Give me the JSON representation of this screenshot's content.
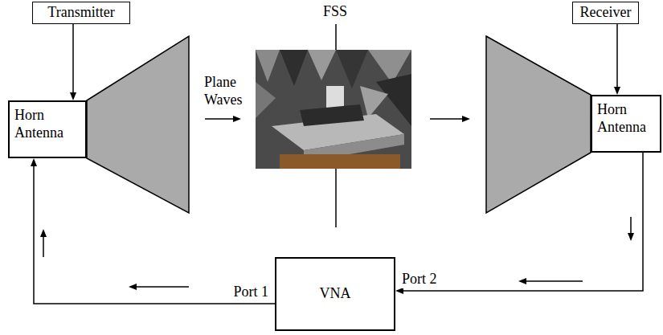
{
  "diagram": {
    "nodes": [
      {
        "text": [
          "Transmitter"
        ]
      },
      {
        "text": [
          "Horn Antenna"
        ]
      },
      {
        "text": [
          "Receiver"
        ]
      },
      {
        "text": [
          "Horn Antenna"
        ]
      },
      {
        "text": [
          "VNA"
        ]
      }
    ],
    "edges": [
      {
        "from": 0,
        "to": 1,
        "arrow": "to"
      },
      {
        "from": 2,
        "to": 3,
        "arrow": "to"
      },
      {
        "from": 3,
        "to": 4,
        "label": "Port 2",
        "arrow": "to"
      },
      {
        "from": 4,
        "to": 1,
        "label": "Port 1",
        "arrow": "to"
      }
    ],
    "labels": [
      "Plane Waves",
      "FSS"
    ]
  }
}
